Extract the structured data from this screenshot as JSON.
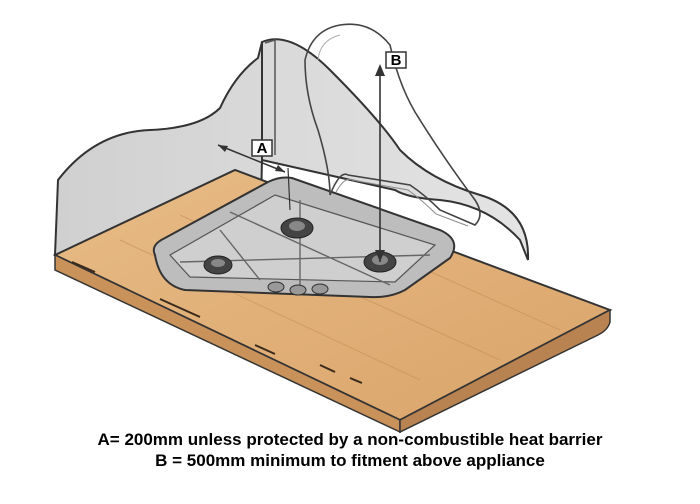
{
  "labels": {
    "a": "A",
    "b": "B"
  },
  "caption": {
    "line1": "A= 200mm unless protected by a non-combustible heat barrier",
    "line2": "B = 500mm minimum to fitment above appliance"
  },
  "colors": {
    "wall": "#d6d6d6",
    "wood": "#e2b27c",
    "wood_edge": "#c9925a",
    "hob_metal": "#c4c4c4",
    "outline": "#333333"
  }
}
